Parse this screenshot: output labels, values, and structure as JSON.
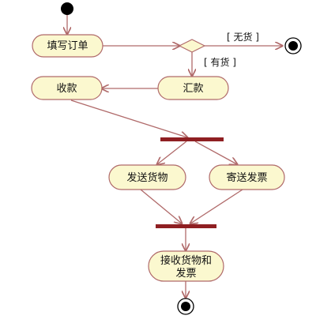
{
  "diagram": {
    "nodes": {
      "fill_order": "填写订单",
      "remit": "汇款",
      "collect": "收款",
      "ship_goods": "发送货物",
      "send_invoice": "寄送发票",
      "receive_line1": "接收货物和",
      "receive_line2": "发票"
    },
    "guards": {
      "no_stock": "[ 无货 ]",
      "in_stock": "[ 有货 ]"
    },
    "colors": {
      "activity_fill": "#fbf8cf",
      "activity_stroke": "#b06a6a",
      "arrow": "#b06a6a",
      "bar": "#8f1f22",
      "node": "#000000"
    }
  }
}
